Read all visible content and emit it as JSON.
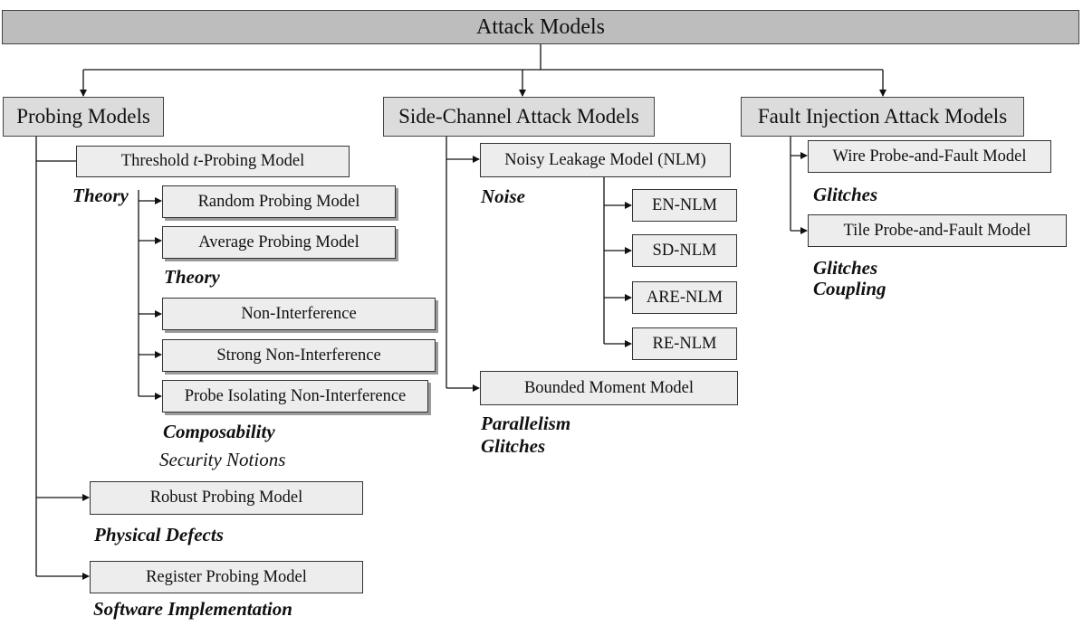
{
  "root": {
    "label": "Attack Models"
  },
  "categories": {
    "probing": {
      "label": "Probing Models"
    },
    "side_channel": {
      "label": "Side-Channel Attack Models"
    },
    "fault": {
      "label": "Fault Injection Attack Models"
    }
  },
  "probing": {
    "threshold": {
      "prefix": "Threshold ",
      "var": "t",
      "suffix": "-Probing Model"
    },
    "threshold_tag": "Theory",
    "random": "Random Probing Model",
    "average": "Average Probing Model",
    "average_tag": "Theory",
    "ni": "Non-Interference",
    "sni": "Strong Non-Interference",
    "pini": "Probe Isolating Non-Interference",
    "notions_tag_1": "Composability",
    "notions_tag_2": "Security Notions",
    "robust": "Robust Probing Model",
    "robust_tag": "Physical Defects",
    "register": "Register Probing Model",
    "register_tag": "Software Implementation"
  },
  "side_channel": {
    "nlm": "Noisy Leakage Model (NLM)",
    "nlm_tag": "Noise",
    "en": "EN-NLM",
    "sd": "SD-NLM",
    "are": "ARE-NLM",
    "re": "RE-NLM",
    "bmm": "Bounded Moment Model",
    "bmm_tag_1": "Parallelism",
    "bmm_tag_2": "Glitches"
  },
  "fault": {
    "wire": "Wire Probe-and-Fault Model",
    "wire_tag": "Glitches",
    "tile": "Tile Probe-and-Fault Model",
    "tile_tag_1": "Glitches",
    "tile_tag_2": "Coupling"
  }
}
